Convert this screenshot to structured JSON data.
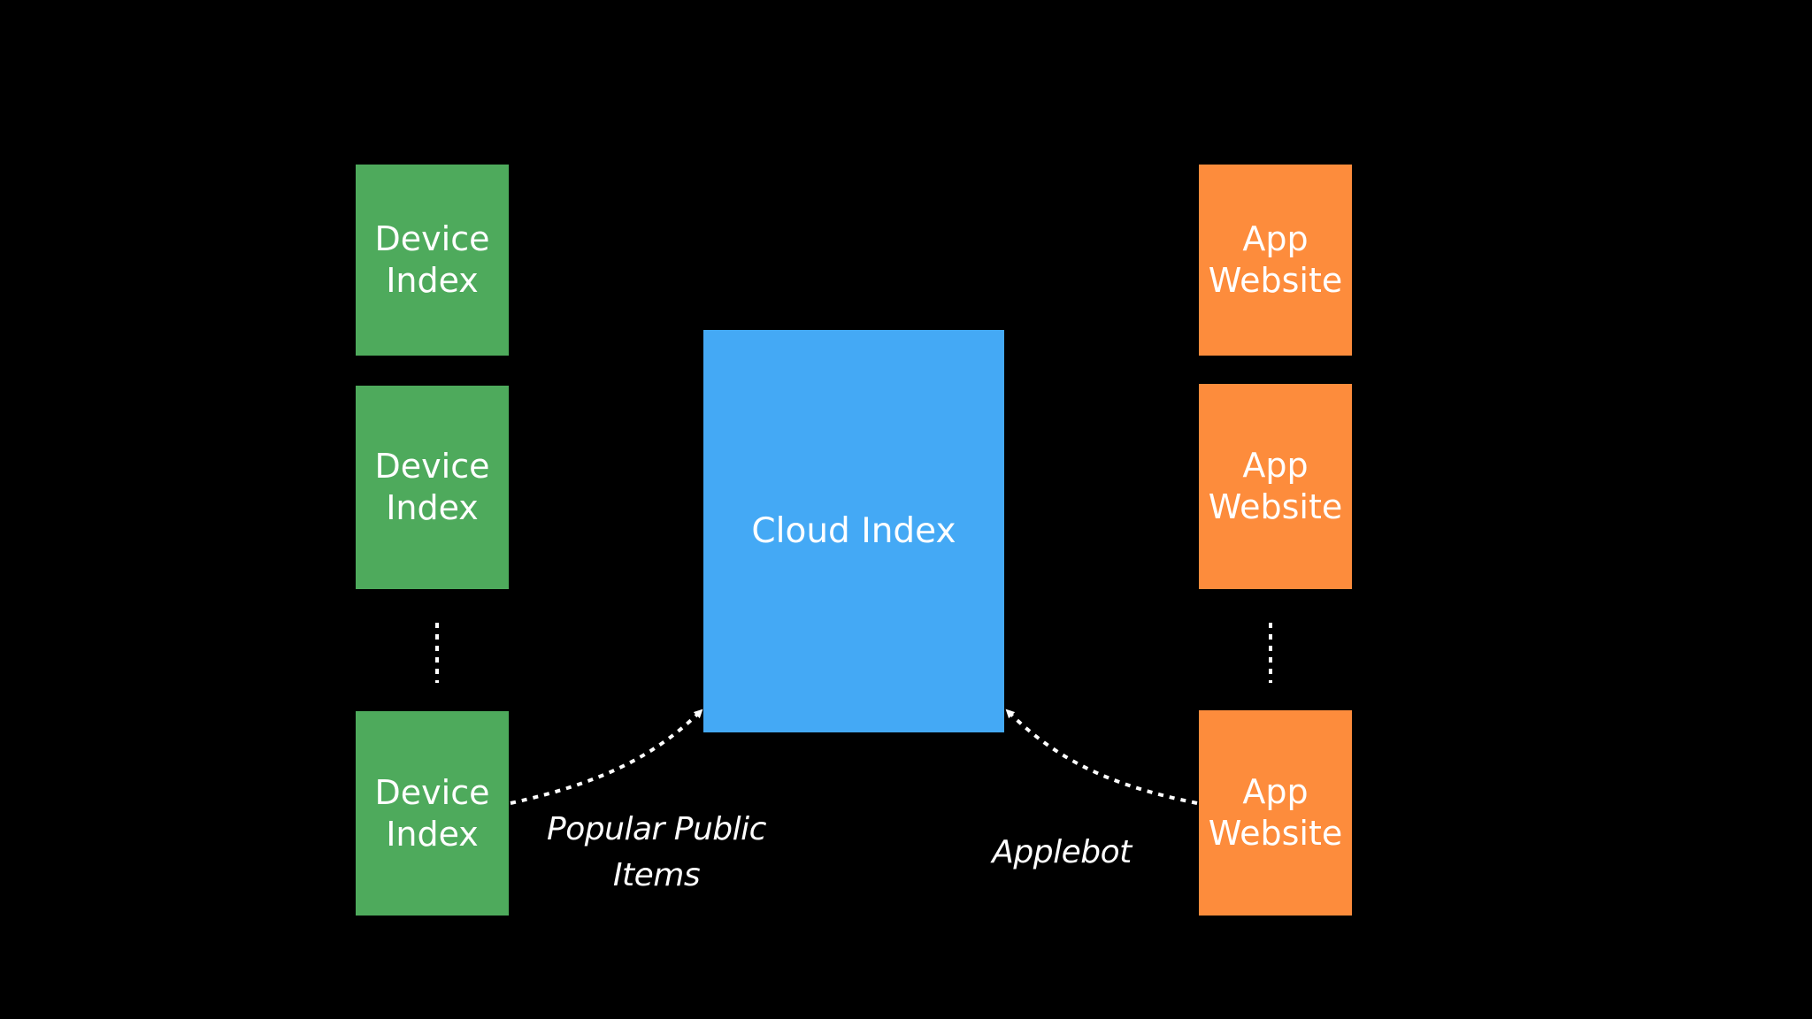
{
  "colors": {
    "background": "#000000",
    "device_index": "#4eaa5c",
    "app_website": "#fd8c3c",
    "cloud_index": "#44a9f5",
    "text": "#ffffff",
    "connector": "#ffffff"
  },
  "device_indexes": [
    {
      "line1": "Device",
      "line2": "Index"
    },
    {
      "line1": "Device",
      "line2": "Index"
    },
    {
      "line1": "Device",
      "line2": "Index"
    }
  ],
  "app_websites": [
    {
      "line1": "App",
      "line2": "Website"
    },
    {
      "line1": "App",
      "line2": "Website"
    },
    {
      "line1": "App",
      "line2": "Website"
    }
  ],
  "cloud_index": {
    "label": "Cloud Index"
  },
  "edges": {
    "device_to_cloud": {
      "line1": "Popular Public",
      "line2": "Items"
    },
    "website_to_cloud": {
      "label": "Applebot"
    }
  }
}
